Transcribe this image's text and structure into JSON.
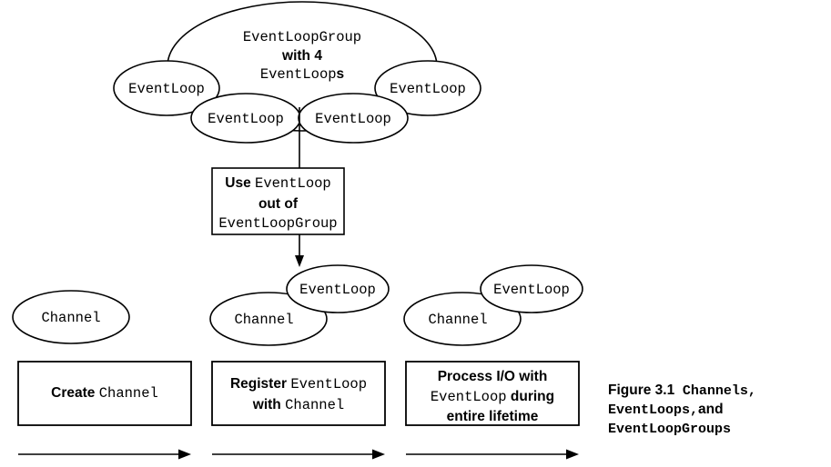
{
  "figure": {
    "caption_prefix": "Figure 3.1",
    "caption_part1": "Channels,",
    "caption_part2": "EventLoops,",
    "caption_part3": "and",
    "caption_part4": "EventLoopGroups"
  },
  "colors": {
    "stroke": "#000000",
    "fill": "#ffffff",
    "text": "#000000"
  },
  "group": {
    "label_line1": "EventLoopGroup",
    "label_line2": "with 4",
    "label_line3": "EventLoop",
    "label_line3_suffix": "s"
  },
  "event_loops": [
    {
      "label": "EventLoop"
    },
    {
      "label": "EventLoop"
    },
    {
      "label": "EventLoop"
    },
    {
      "label": "EventLoop"
    }
  ],
  "use_box": {
    "line1_sans": "Use ",
    "line1_mono": "EventLoop",
    "line2": "out of",
    "line3_mono": "EventLoopGroup"
  },
  "stage_ellipses": [
    {
      "channel": "Channel",
      "event_loop": null
    },
    {
      "channel": "Channel",
      "event_loop": "EventLoop"
    },
    {
      "channel": "Channel",
      "event_loop": "EventLoop"
    }
  ],
  "stage_boxes": [
    {
      "id": "create-channel",
      "line1_sans": "Create ",
      "line1_mono": "Channel",
      "line2_sans": "",
      "line2_mono": "",
      "line3_sans": "",
      "line3_mono": ""
    },
    {
      "id": "register-eventloop",
      "line1_sans": "Register ",
      "line1_mono": "EventLoop",
      "line2_sans": "with ",
      "line2_mono": "Channel",
      "line3_sans": "",
      "line3_mono": ""
    },
    {
      "id": "process-io",
      "line1_sans": "Process I/O with",
      "line1_mono": "",
      "line2_sans": "",
      "line2_mono": "EventLoop",
      "line2_sans_after": " during",
      "line3_sans": "entire lifetime",
      "line3_mono": ""
    }
  ],
  "arrows": {
    "count": 3,
    "direction": "right",
    "vertical_label": "group-to-box",
    "down_arrow_label": "box-to-eventloop"
  }
}
